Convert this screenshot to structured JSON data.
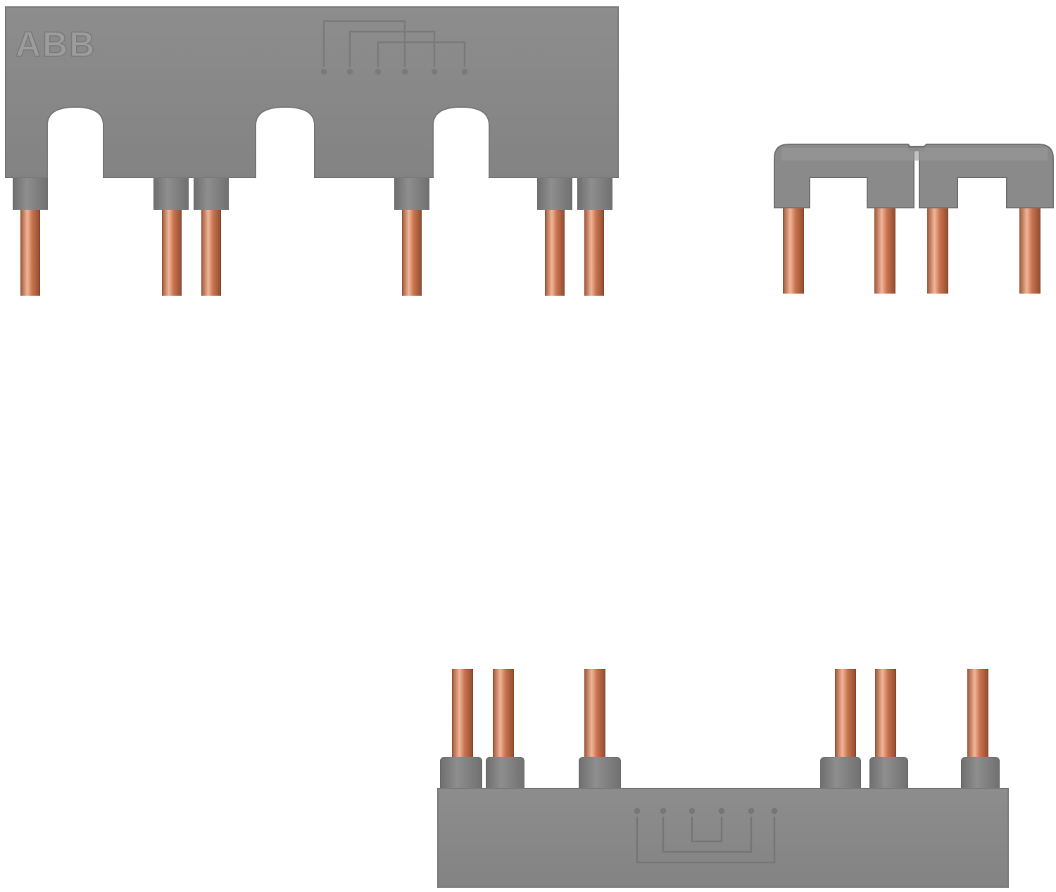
{
  "brand": {
    "logo_text": "ABB"
  },
  "colors": {
    "background": "#ffffff",
    "housing": "#8a8a8a",
    "housing_dark": "#6f6f6f",
    "housing_light": "#a3a3a3",
    "housing_edge": "#7b7b7b",
    "copper": "#c8734f",
    "copper_light": "#f2b598",
    "copper_dark": "#9c5638"
  },
  "components": [
    {
      "name": "mechanical-interlock-link-top",
      "pins": 6
    },
    {
      "name": "auxiliary-link-small",
      "pins": 4
    },
    {
      "name": "mechanical-interlock-link-bottom",
      "pins": 6
    }
  ]
}
